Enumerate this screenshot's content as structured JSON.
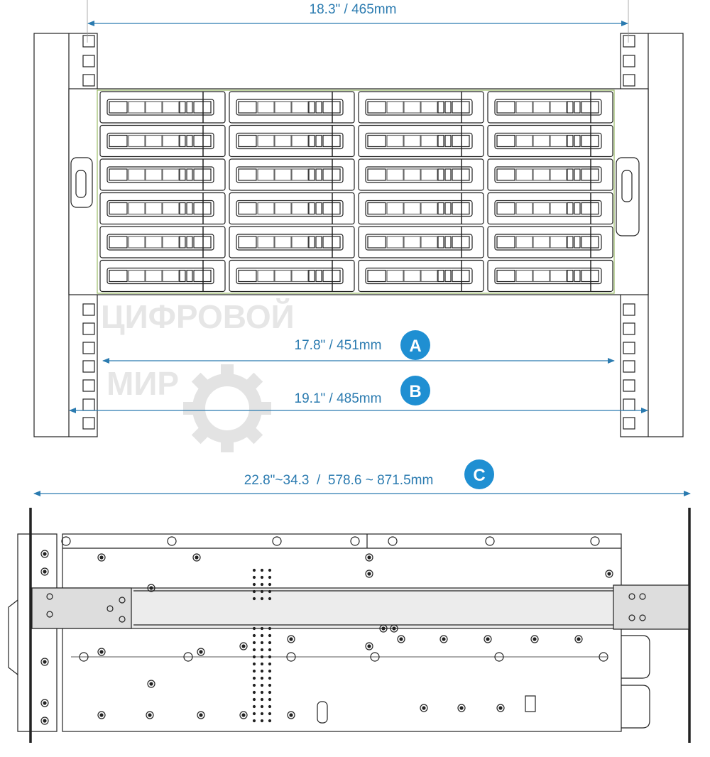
{
  "colors": {
    "dimension": "#2b7bb0",
    "badge": "#1f8fd2",
    "drawing": "#222222"
  },
  "dimensions": {
    "width_top": "18.3\" / 465mm",
    "a": {
      "label": "17.8\" / 451mm",
      "badge": "A"
    },
    "b": {
      "label": "19.1\" / 485mm",
      "badge": "B"
    },
    "c": {
      "label": "22.8\"~34.3  /  578.6 ~ 871.5mm",
      "badge": "C"
    }
  },
  "watermark": {
    "line1": "ЦИФРОВОЙ",
    "line2": "МИР",
    "icon": "gear-icon"
  }
}
